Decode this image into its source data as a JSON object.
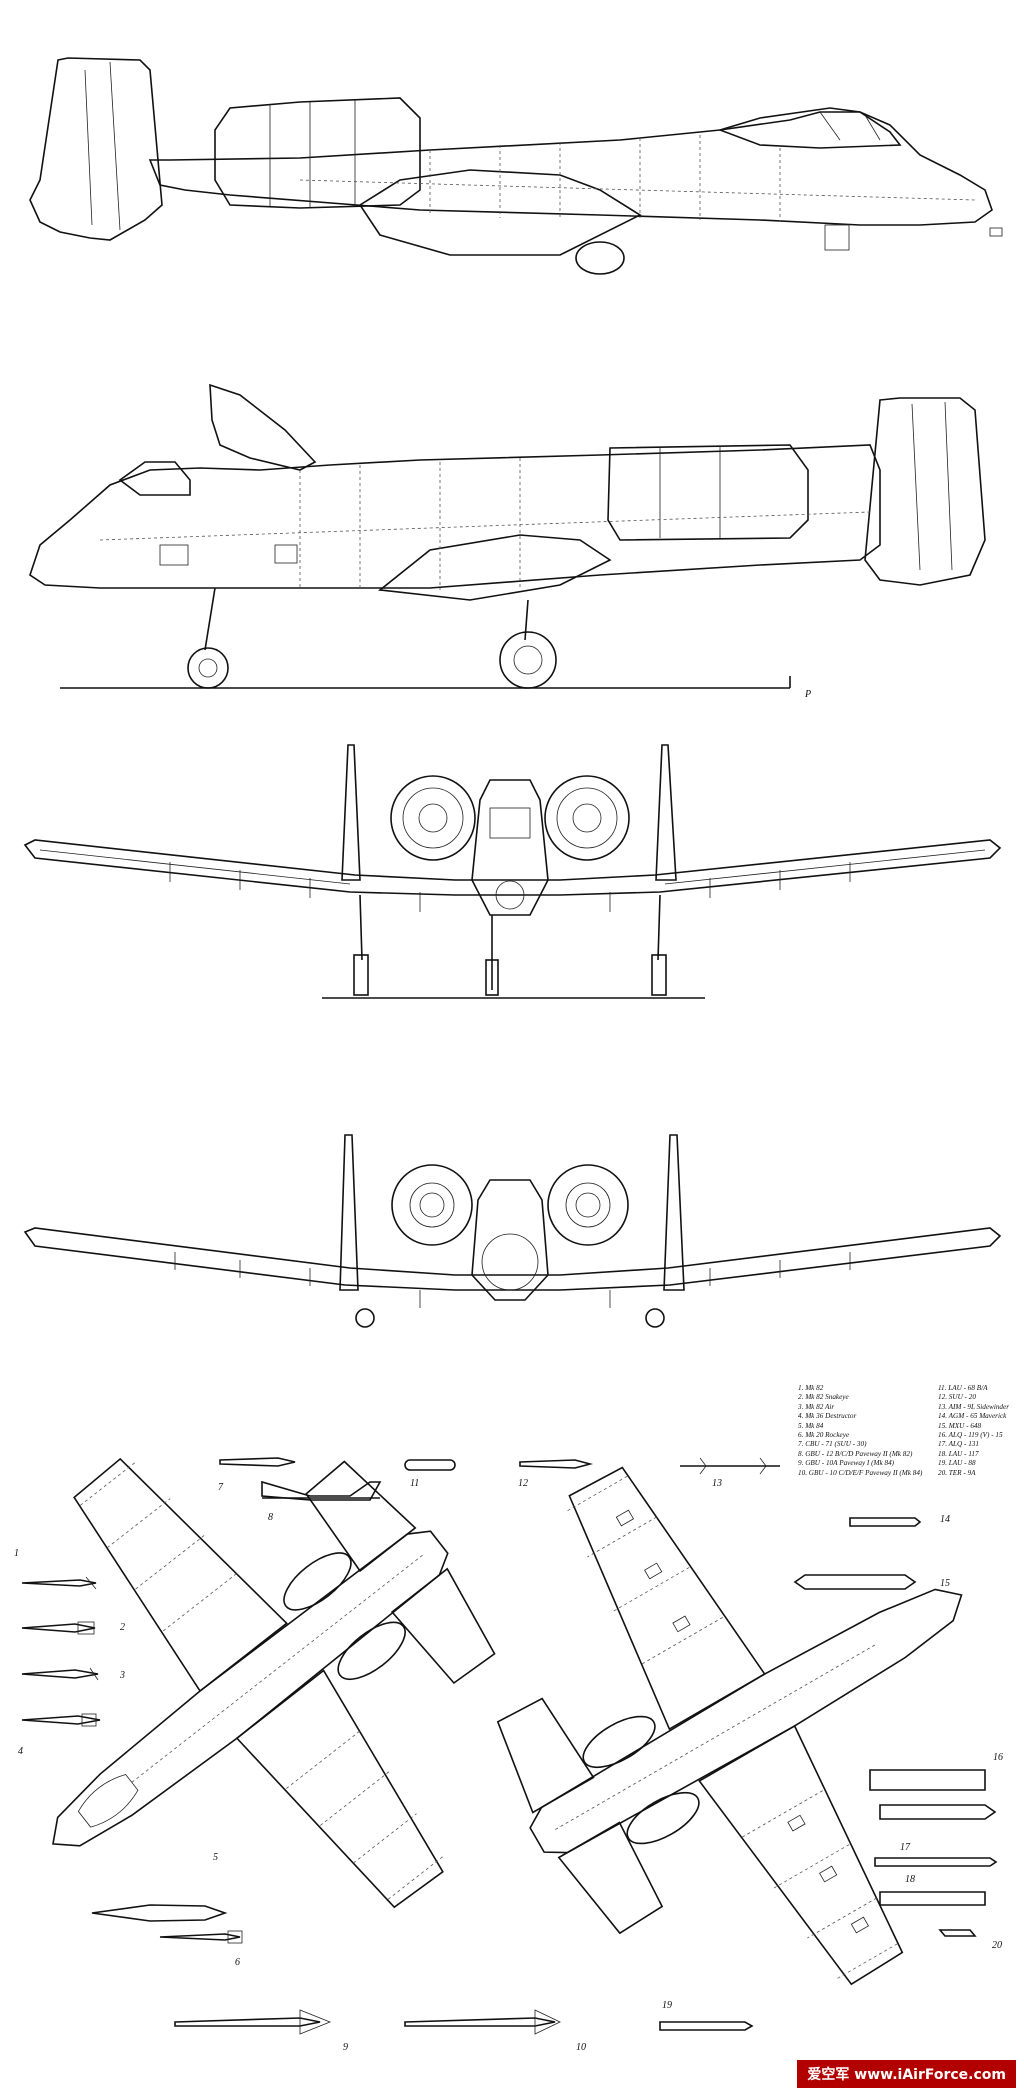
{
  "views": {
    "ground_label": "P",
    "callouts": [
      "1",
      "2",
      "3",
      "4",
      "5",
      "6",
      "7",
      "8",
      "9",
      "10",
      "11",
      "12",
      "13",
      "14",
      "15",
      "16",
      "17",
      "18",
      "19",
      "20"
    ]
  },
  "legend": {
    "left": [
      "1.  Mk 82",
      "2.  Mk 82 Snakeye",
      "3.  Mk 82 Air",
      "4.  Mk 36 Destructor",
      "5.  Mk 84",
      "6.  Mk 20 Rockeye",
      "7.  CBU - 71 (SUU - 30)",
      "8.  GBU - 12 B/C/D Paveway II (Mk 82)",
      "9.  GBU - 10A Paveway I (Mk 84)",
      "10. GBU - 10 C/D/E/F Paveway II (Mk 84)"
    ],
    "right": [
      "11. LAU - 68 B/A",
      "12. SUU - 20",
      "13. AIM - 9L Sidewinder",
      "14. AGM - 65 Maverick",
      "15. MXU - 648",
      "16. ALQ - 119 (V) - 15",
      "17. ALQ - 131",
      "18. LAU - 117",
      "19. LAU - 88",
      "20. TER - 9A"
    ]
  },
  "footer": {
    "text": "爱空军 www.iAirForce.com"
  }
}
